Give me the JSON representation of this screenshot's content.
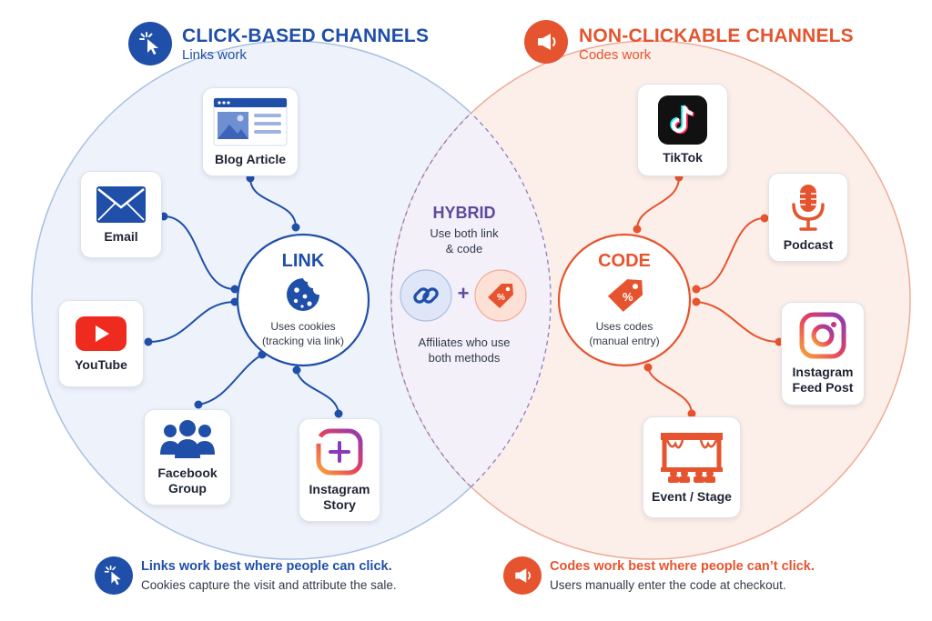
{
  "colors": {
    "blue": "#1f4fa8",
    "blue_light": "#eef2fb",
    "orange": "#e5542f",
    "orange_light": "#fcefe9",
    "purple": "#6b5aa8"
  },
  "left_header": {
    "title": "CLICK-BASED CHANNELS",
    "subtitle": "Links work",
    "icon": "cursor-click-icon"
  },
  "right_header": {
    "title": "NON-CLICKABLE CHANNELS",
    "subtitle": "Codes work",
    "icon": "megaphone-icon"
  },
  "link_hub": {
    "title": "LINK",
    "text": "Uses cookies\n(tracking via link)",
    "icon": "cookie-icon"
  },
  "code_hub": {
    "title": "CODE",
    "text": "Uses codes\n(manual entry)",
    "icon": "tag-icon"
  },
  "hybrid": {
    "title": "HYBRID",
    "subtitle": "Use both link\n& code",
    "plus": "+",
    "caption": "Affiliates who use\nboth methods"
  },
  "link_channels": [
    {
      "label": "Blog Article",
      "icon": "blog-article-icon"
    },
    {
      "label": "Email",
      "icon": "envelope-icon"
    },
    {
      "label": "YouTube",
      "icon": "youtube-icon"
    },
    {
      "label": "Facebook\nGroup",
      "icon": "group-icon"
    },
    {
      "label": "Instagram\nStory",
      "icon": "instagram-story-icon"
    }
  ],
  "code_channels": [
    {
      "label": "TikTok",
      "icon": "tiktok-icon"
    },
    {
      "label": "Podcast",
      "icon": "microphone-icon"
    },
    {
      "label": "Instagram\nFeed Post",
      "icon": "instagram-icon"
    },
    {
      "label": "Event / Stage",
      "icon": "stage-icon"
    }
  ],
  "footer_left": {
    "title": "Links work best where people can click.",
    "text": "Cookies capture the visit and attribute the sale."
  },
  "footer_right": {
    "title": "Codes work best where people can’t click.",
    "text": "Users manually enter the code at checkout."
  }
}
